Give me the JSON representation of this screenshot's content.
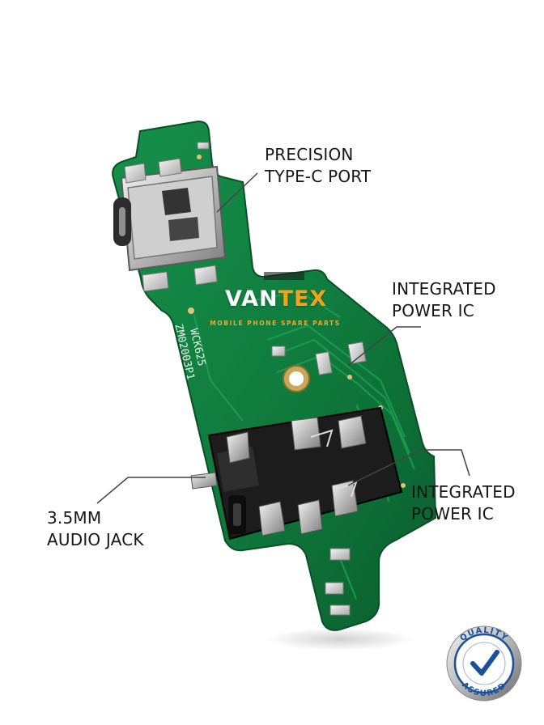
{
  "brand": {
    "name_part1": "VAN",
    "name_part2": "TEX",
    "tagline": "MOBILE PHONE SPARE PARTS"
  },
  "callouts": {
    "port": {
      "line1": "PRECISION",
      "line2": "TYPE-C PORT"
    },
    "power_ic_top": {
      "line1": "INTEGRATED",
      "line2": "POWER IC"
    },
    "power_ic_bottom": {
      "line1": "INTEGRATED",
      "line2": "POWER IC"
    },
    "audio_jack": {
      "line1": "3.5MM",
      "line2": "AUDIO JACK"
    }
  },
  "pcb_markings": {
    "line1": "WCK625",
    "line2": "ZM02003P1"
  },
  "badge": {
    "top_text": "QUALITY",
    "bottom_text": "ASSURED",
    "icon": "checkmark-icon"
  },
  "colors": {
    "pcb": "#0f7a3c",
    "accent": "#f3a31b",
    "text": "#161616",
    "badge_blue": "#1a4f9c"
  }
}
